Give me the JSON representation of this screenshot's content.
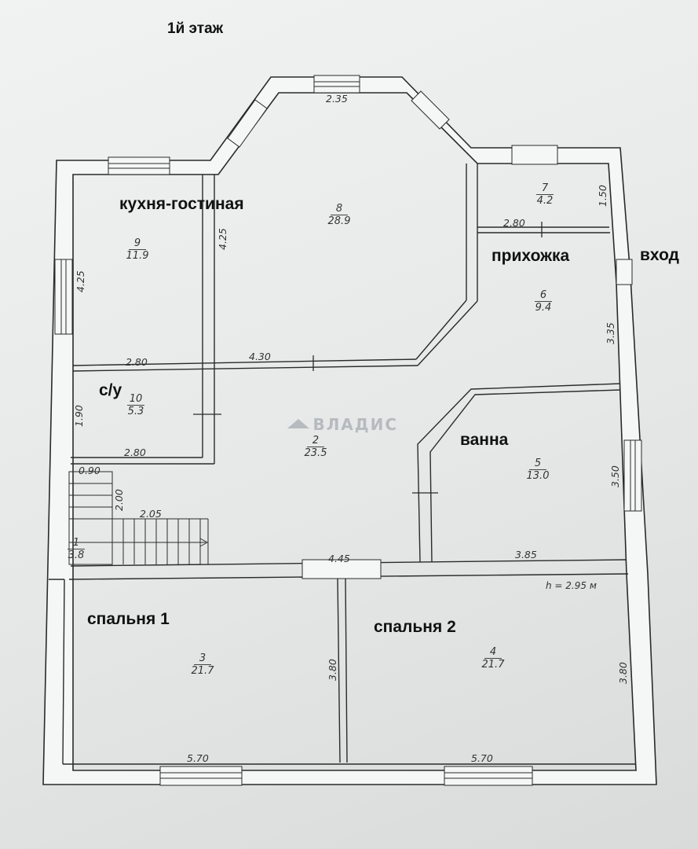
{
  "floor_label": "1й этаж",
  "room_labels": {
    "kitchen_living": "кухня-гостиная",
    "hallway": "прихожка",
    "entrance": "вход",
    "wc": "с/у",
    "bathroom": "ванна",
    "bedroom1": "спальня 1",
    "bedroom2": "спальня 2"
  },
  "rooms": [
    {
      "num": "1",
      "area": "3.8"
    },
    {
      "num": "2",
      "area": "23.5"
    },
    {
      "num": "3",
      "area": "21.7"
    },
    {
      "num": "4",
      "area": "21.7"
    },
    {
      "num": "5",
      "area": "13.0"
    },
    {
      "num": "6",
      "area": "9.4"
    },
    {
      "num": "7",
      "area": "4.2"
    },
    {
      "num": "8",
      "area": "28.9"
    },
    {
      "num": "9",
      "area": "11.9"
    },
    {
      "num": "10",
      "area": "5.3"
    }
  ],
  "dimensions": {
    "bay_top": "2.35",
    "room9_height": "4.25",
    "room9_width": "2.80",
    "room8_left": "4.25",
    "room8_bottom": "4.30",
    "room7_height": "1.50",
    "room7_width": "2.80",
    "room6_height": "3.35",
    "wc_height": "1.90",
    "wc_width": "2.80",
    "stair_small": "0.90",
    "stair_height": "2.00",
    "stair_width": "2.05",
    "corridor_bottom": "4.45",
    "bath_width": "3.85",
    "bath_height": "3.50",
    "ceiling_height": "h = 2.95 м",
    "bedroom1_height": "3.80",
    "bedroom1_width": "5.70",
    "bedroom2_height": "3.80",
    "bedroom2_width": "5.70"
  },
  "watermark": "ВЛАДИС",
  "colors": {
    "wall": "#f4f5f5",
    "line": "#2a2a2a",
    "paper": "#e9ebeb"
  }
}
